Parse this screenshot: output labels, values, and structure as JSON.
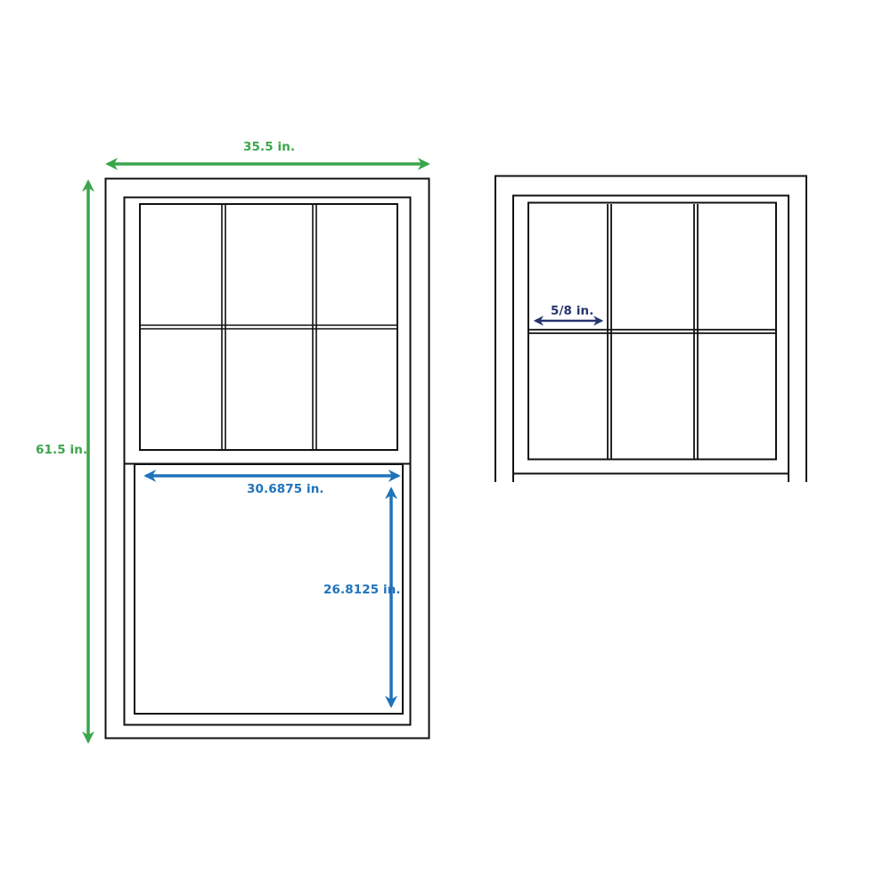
{
  "diagram": {
    "type": "window-dimensions",
    "colors": {
      "outline": "#111111",
      "overall_dimension": "#3aa64a",
      "opening_dimension": "#1f73bb",
      "detail_dimension": "#27356e",
      "background": "#ffffff"
    },
    "main_window": {
      "description": "Double-hung window, 3x2 grille on upper sash, plain lower sash",
      "width_label": "35.5 in.",
      "height_label": "61.5 in.",
      "lower_sash_width_label": "30.6875 in.",
      "lower_sash_height_label": "26.8125 in.",
      "upper_grille": {
        "columns": 3,
        "rows": 2
      }
    },
    "detail_view": {
      "description": "Close-up of upper sash grille",
      "grille_width_label": "5/8 in.",
      "grille": {
        "columns": 3,
        "rows": 2
      }
    }
  }
}
